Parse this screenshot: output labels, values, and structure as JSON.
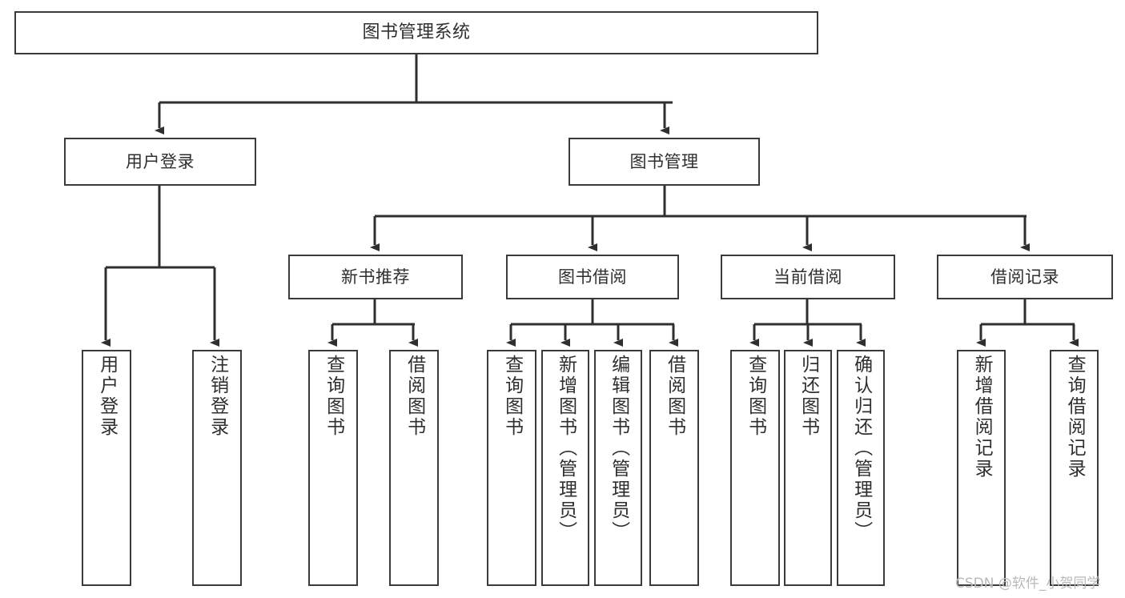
{
  "diagram": {
    "title": "图书管理系统",
    "type": "tree-structure-chart",
    "watermark": "CSDN @软件_小贺同学",
    "colors": {
      "box_border": "#3a3a3a",
      "box_fill": "#ffffff",
      "line": "#2f2f2f",
      "text": "#2f2f2f",
      "background": "#ffffff",
      "watermark": "#b9b9b9"
    },
    "levels": {
      "root": {
        "label": "图书管理系统"
      },
      "level2": [
        {
          "id": "user-login",
          "label": "用户登录"
        },
        {
          "id": "book-management",
          "label": "图书管理"
        }
      ],
      "level3": [
        {
          "id": "new-book-recommend",
          "label": "新书推荐",
          "parent": "book-management"
        },
        {
          "id": "book-borrow",
          "label": "图书借阅",
          "parent": "book-management"
        },
        {
          "id": "current-borrow",
          "label": "当前借阅",
          "parent": "book-management"
        },
        {
          "id": "borrow-record",
          "label": "借阅记录",
          "parent": "book-management"
        }
      ],
      "leaves": [
        {
          "id": "leaf-user-login",
          "label": "用户登录",
          "parent": "user-login"
        },
        {
          "id": "leaf-logout-login",
          "label": "注销登录",
          "parent": "user-login"
        },
        {
          "id": "leaf-query-book-1",
          "label": "查询图书",
          "parent": "new-book-recommend"
        },
        {
          "id": "leaf-borrow-book-1",
          "label": "借阅图书",
          "parent": "new-book-recommend"
        },
        {
          "id": "leaf-query-book-2",
          "label": "查询图书",
          "parent": "book-borrow"
        },
        {
          "id": "leaf-add-book",
          "label": "新增图书（管理员）",
          "parent": "book-borrow"
        },
        {
          "id": "leaf-edit-book",
          "label": "编辑图书（管理员）",
          "parent": "book-borrow"
        },
        {
          "id": "leaf-borrow-book-2",
          "label": "借阅图书",
          "parent": "book-borrow"
        },
        {
          "id": "leaf-query-book-3",
          "label": "查询图书",
          "parent": "current-borrow"
        },
        {
          "id": "leaf-return-book",
          "label": "归还图书",
          "parent": "current-borrow"
        },
        {
          "id": "leaf-confirm-return",
          "label": "确认归还（管理员）",
          "parent": "current-borrow"
        },
        {
          "id": "leaf-add-record",
          "label": "新增借阅记录",
          "parent": "borrow-record"
        },
        {
          "id": "leaf-query-record",
          "label": "查询借阅记录",
          "parent": "borrow-record"
        }
      ]
    }
  }
}
